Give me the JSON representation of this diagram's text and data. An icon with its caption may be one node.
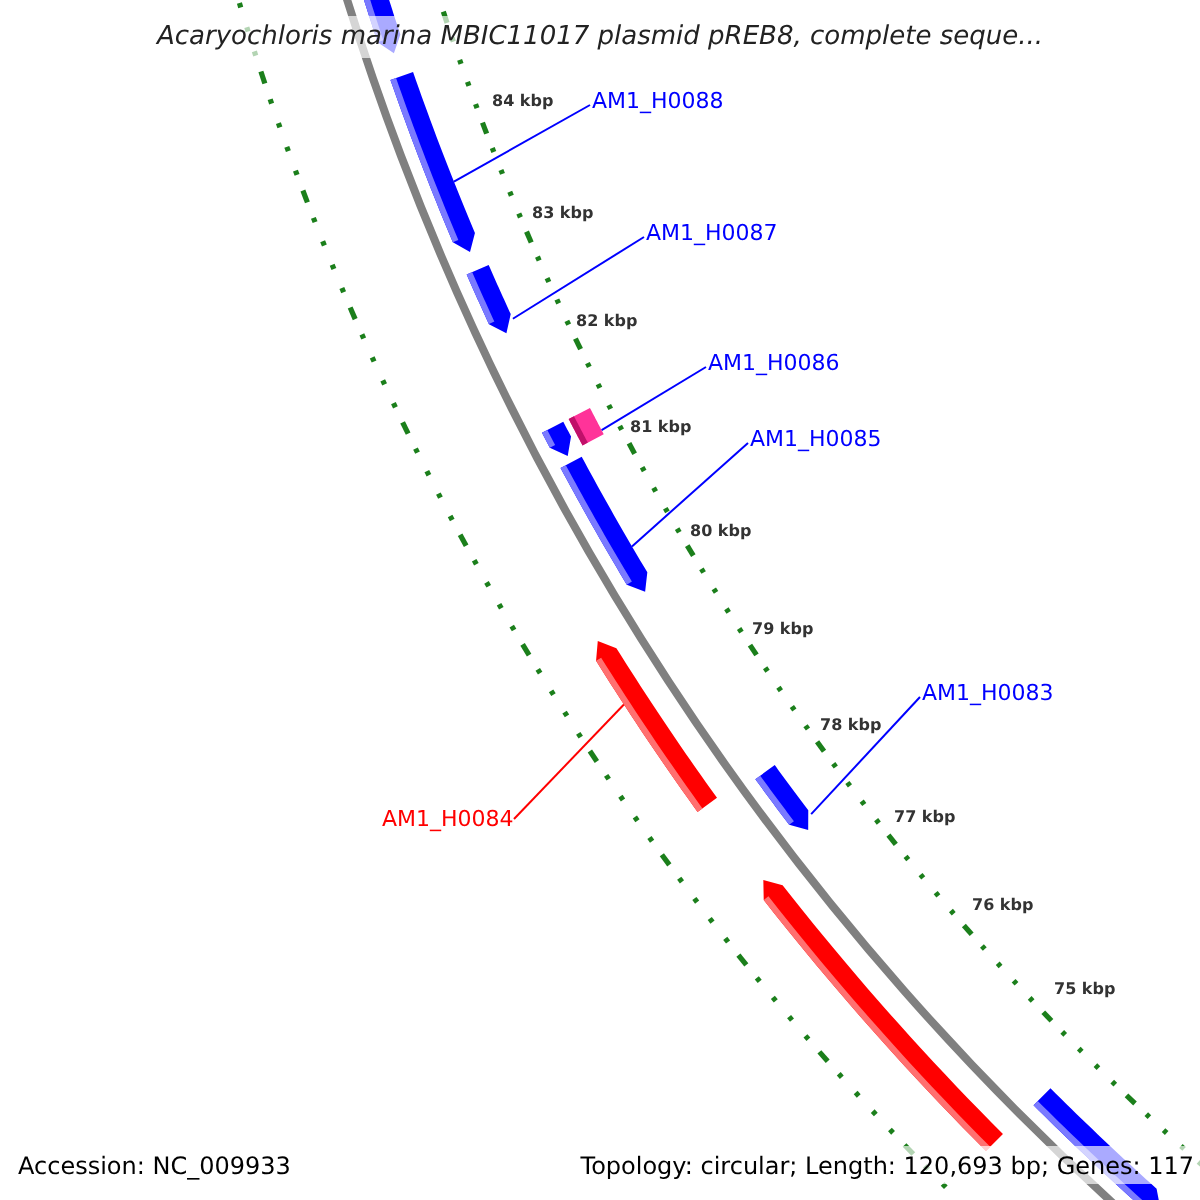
{
  "diagram": {
    "title": "Acaryochloris marina MBIC11017 plasmid pREB8, complete seque...",
    "nodes": [
      {
        "text": [
          "AM1_H0088"
        ]
      },
      {
        "text": [
          "AM1_H0087"
        ]
      },
      {
        "text": [
          "AM1_H0086"
        ]
      },
      {
        "text": [
          "AM1_H0085"
        ]
      },
      {
        "text": [
          "AM1_H0083"
        ]
      },
      {
        "text": [
          "AM1_H0084"
        ]
      },
      {
        "text": [],
        "shape": "bar"
      },
      {
        "text": [],
        "shape": "bar"
      },
      {
        "text": [],
        "shape": "bar"
      },
      {
        "text": [],
        "shape": "bar"
      },
      {
        "text": [],
        "shape": "box"
      },
      {
        "text": [],
        "shape": "bar"
      },
      {
        "text": [],
        "shape": "bar"
      },
      {
        "text": [],
        "shape": "bar"
      },
      {
        "text": [],
        "shape": "bar"
      },
      {
        "text": [],
        "shape": "bar"
      }
    ],
    "edges": [
      {
        "from": 0,
        "to": 7,
        "arrow": "none"
      },
      {
        "from": 1,
        "to": 8,
        "arrow": "none"
      },
      {
        "from": 2,
        "to": 10,
        "arrow": "none"
      },
      {
        "from": 3,
        "to": 11,
        "arrow": "none"
      },
      {
        "from": 4,
        "to": 13,
        "arrow": "none"
      },
      {
        "from": 5,
        "to": 12,
        "arrow": "none",
        "color": "#ff0000"
      }
    ],
    "labels": [
      "84 kbp",
      "83 kbp",
      "82 kbp",
      "81 kbp",
      "80 kbp",
      "79 kbp",
      "78 kbp",
      "77 kbp",
      "76 kbp",
      "75 kbp",
      "Accession: NC_009933",
      "Topology: circular; Length: 120,693 bp; Genes: 117"
    ]
  }
}
